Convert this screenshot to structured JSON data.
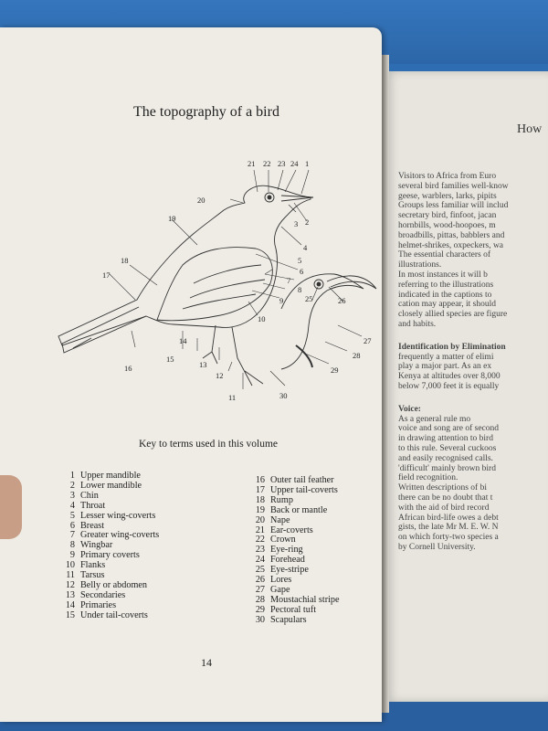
{
  "page": {
    "title": "The topography of a bird",
    "key_title": "Key to terms used in this volume",
    "page_number": "14"
  },
  "key_left": [
    {
      "num": "1",
      "term": "Upper mandible"
    },
    {
      "num": "2",
      "term": "Lower mandible"
    },
    {
      "num": "3",
      "term": "Chin"
    },
    {
      "num": "4",
      "term": "Throat"
    },
    {
      "num": "5",
      "term": "Lesser wing-coverts"
    },
    {
      "num": "6",
      "term": "Breast"
    },
    {
      "num": "7",
      "term": "Greater wing-coverts"
    },
    {
      "num": "8",
      "term": "Wingbar"
    },
    {
      "num": "9",
      "term": "Primary coverts"
    },
    {
      "num": "10",
      "term": "Flanks"
    },
    {
      "num": "11",
      "term": "Tarsus"
    },
    {
      "num": "12",
      "term": "Belly or abdomen"
    },
    {
      "num": "13",
      "term": "Secondaries"
    },
    {
      "num": "14",
      "term": "Primaries"
    },
    {
      "num": "15",
      "term": "Under tail-coverts"
    }
  ],
  "key_right": [
    {
      "num": "16",
      "term": "Outer tail feather"
    },
    {
      "num": "17",
      "term": "Upper tail-coverts"
    },
    {
      "num": "18",
      "term": "Rump"
    },
    {
      "num": "19",
      "term": "Back or mantle"
    },
    {
      "num": "20",
      "term": "Nape"
    },
    {
      "num": "21",
      "term": "Ear-coverts"
    },
    {
      "num": "22",
      "term": "Crown"
    },
    {
      "num": "23",
      "term": "Eye-ring"
    },
    {
      "num": "24",
      "term": "Forehead"
    },
    {
      "num": "25",
      "term": "Eye-stripe"
    },
    {
      "num": "26",
      "term": "Lores"
    },
    {
      "num": "27",
      "term": "Gape"
    },
    {
      "num": "28",
      "term": "Moustachial stripe"
    },
    {
      "num": "29",
      "term": "Pectoral tuft"
    },
    {
      "num": "30",
      "term": "Scapulars"
    }
  ],
  "diagram_labels": {
    "l1": "1",
    "l2": "2",
    "l3": "3",
    "l4": "4",
    "l5": "5",
    "l6": "6",
    "l7": "7",
    "l8": "8",
    "l9": "9",
    "l10": "10",
    "l11": "11",
    "l12": "12",
    "l13": "13",
    "l14": "14",
    "l15": "15",
    "l16": "16",
    "l17": "17",
    "l18": "18",
    "l19": "19",
    "l20": "20",
    "l21": "21",
    "l22": "22",
    "l23": "23",
    "l24": "24",
    "l25": "25",
    "l26": "26",
    "l27": "27",
    "l28": "28",
    "l29": "29",
    "l30": "30"
  },
  "right_page": {
    "heading": "How",
    "lines_a": [
      "Visitors to Africa from Euro",
      "several bird families well-know",
      "geese, warblers, larks, pipits",
      "Groups less familiar will includ",
      "secretary bird, finfoot, jacan",
      "hornbills, wood-hoopoes, m",
      "broadbills, pittas, babblers and",
      "helmet-shrikes, oxpeckers, wa",
      "The essential characters of",
      "illustrations.",
      "In most instances it will b",
      "referring to the illustrations",
      "indicated in the captions to",
      "cation may appear, it should",
      "closely allied species are figure",
      "and habits."
    ],
    "subheading_b": "Identification by Elimination",
    "lines_b": [
      "frequently a matter of elimi",
      "play a major part. As an ex",
      "Kenya at altitudes over 8,000",
      "below 7,000 feet it is equally"
    ],
    "subheading_c": "Voice:",
    "lines_c": [
      "As a general rule mo",
      "voice and song are of second",
      "in drawing attention to bird",
      "to this rule. Several cuckoos",
      "and easily recognised calls.",
      "'difficult' mainly brown bird",
      "field recognition.",
      "Written descriptions of bi",
      "there can be no doubt that t",
      "with the aid of bird record",
      "African bird-life owes a debt",
      "gists, the late Mr M. E. W. N",
      "on which forty-two species a",
      "by Cornell University."
    ]
  }
}
